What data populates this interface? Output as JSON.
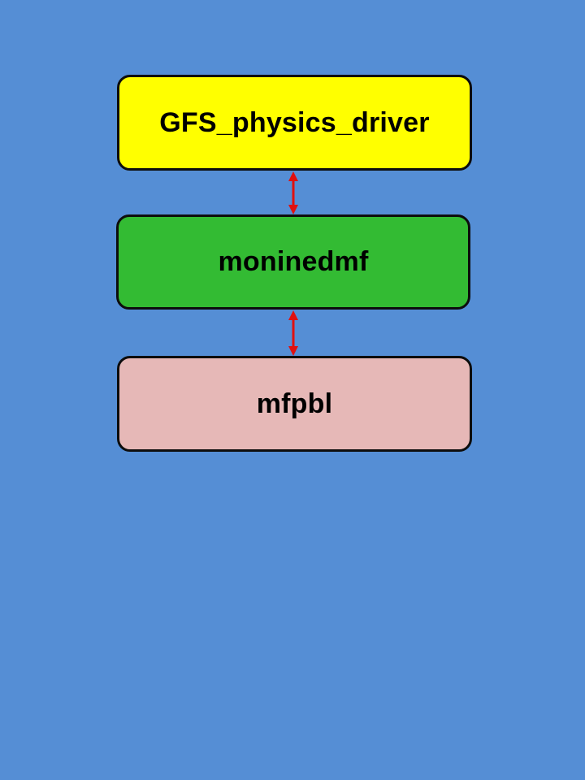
{
  "nodes": {
    "gfs_physics_driver": {
      "label": "GFS_physics_driver",
      "color": "#ffff00"
    },
    "moninedmf": {
      "label": "moninedmf",
      "color": "#33bb33"
    },
    "mfpbl": {
      "label": "mfpbl",
      "color": "#e6b8b7"
    }
  },
  "edges": [
    {
      "from": "gfs_physics_driver",
      "to": "moninedmf",
      "style": "double-arrow",
      "color": "#e01010"
    },
    {
      "from": "moninedmf",
      "to": "mfpbl",
      "style": "double-arrow",
      "color": "#e01010"
    }
  ],
  "colors": {
    "background": "#558ed5",
    "border": "#0d0d0d",
    "text": "#000000"
  }
}
